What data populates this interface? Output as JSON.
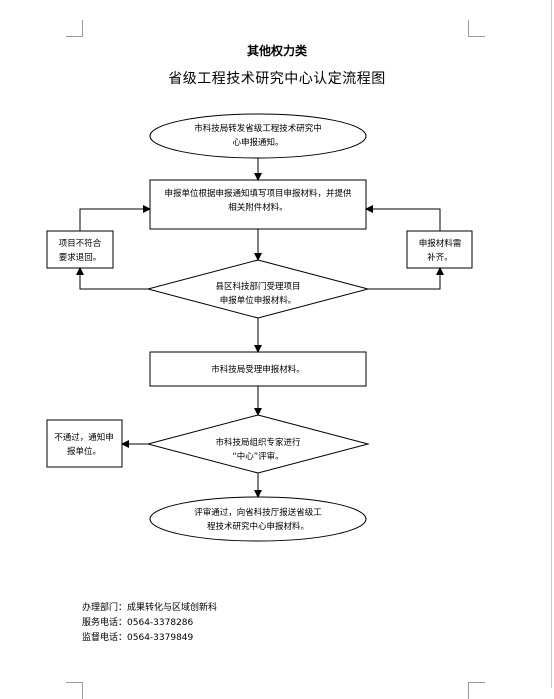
{
  "document": {
    "heading": "其他权力类",
    "title": "省级工程技术研究中心认定流程图"
  },
  "flow": {
    "start": {
      "lines": [
        "市科技局转发省级工程技术研究中",
        "心申报通知。"
      ]
    },
    "step_apply": {
      "lines": [
        "申报单位根据申报通知填写项目申报材料，并提供",
        "相关附件材料。"
      ]
    },
    "side_reject": {
      "lines": [
        "项目不符合",
        "要求退回。"
      ]
    },
    "side_supplement": {
      "lines": [
        "申报材料需",
        "补齐。"
      ]
    },
    "decision_county": {
      "lines": [
        "县区科技部门受理项目",
        "申报单位申报材料。"
      ]
    },
    "step_city": {
      "lines": [
        "市科技局受理申报材料。"
      ]
    },
    "side_fail": {
      "lines": [
        "不通过，通知申",
        "报单位。"
      ]
    },
    "decision_review": {
      "lines": [
        "市科技局组织专家进行",
        "“中心”评审。"
      ]
    },
    "end": {
      "lines": [
        "评审通过，向省科技厅报送省级工",
        "程技术研究中心申报材料。"
      ]
    }
  },
  "contact": {
    "dept_label": "办理部门：",
    "dept_value": "成果转化与区域创新科",
    "service_label": "服务电话：",
    "service_value": "0564-3378286",
    "supervise_label": "监督电话：",
    "supervise_value": "0564-3379849"
  }
}
